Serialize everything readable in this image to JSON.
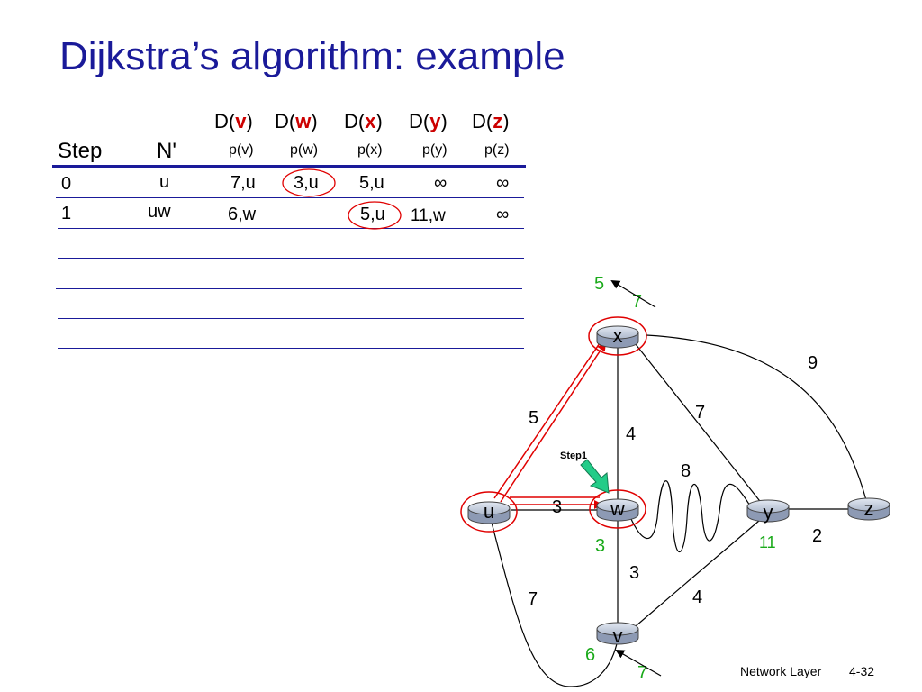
{
  "slide": {
    "title": "Dijkstra’s algorithm: example",
    "footer_left": "Network Layer",
    "footer_right": "4-32"
  },
  "table": {
    "headers_top": [
      {
        "prefix": "D(",
        "letter": "v",
        "suffix": ")"
      },
      {
        "prefix": "D(",
        "letter": "w",
        "suffix": ")"
      },
      {
        "prefix": "D(",
        "letter": "x",
        "suffix": ")"
      },
      {
        "prefix": "D(",
        "letter": "y",
        "suffix": ")"
      },
      {
        "prefix": "D(",
        "letter": "z",
        "suffix": ")"
      }
    ],
    "step_label": "Step",
    "nprime_label": "N'",
    "headers_bottom": [
      "p(v)",
      "p(w)",
      "p(x)",
      "p(y)",
      "p(z)"
    ],
    "rows": [
      {
        "step": "0",
        "nprime": "u",
        "cells": [
          "7,u",
          "3,u",
          "5,u",
          "∞",
          "∞"
        ]
      },
      {
        "step": "1",
        "nprime": "uw",
        "cells": [
          "6,w",
          "",
          "5,u",
          "11,w",
          "∞"
        ]
      }
    ]
  },
  "graph": {
    "nodes": [
      "u",
      "v",
      "w",
      "x",
      "y",
      "z"
    ],
    "edge_weights": {
      "u_x": "5",
      "u_w": "3",
      "u_v": "7",
      "x_w": "4",
      "x_y": "7",
      "x_z": "9",
      "w_y": "8",
      "w_v": "3",
      "v_y": "4",
      "y_z": "2"
    },
    "step_callout": "Step1",
    "annotations": {
      "x_new": "5",
      "x_old": "7",
      "w_new": "3",
      "y_new": "11",
      "v_new": "6",
      "v_old": "7"
    },
    "colors": {
      "highlight": "#e00000",
      "annotation": "#1aaa1a",
      "callout_arrow": "#22cc88",
      "router_fill": "#c4cee0",
      "title": "#1a1a99"
    }
  }
}
